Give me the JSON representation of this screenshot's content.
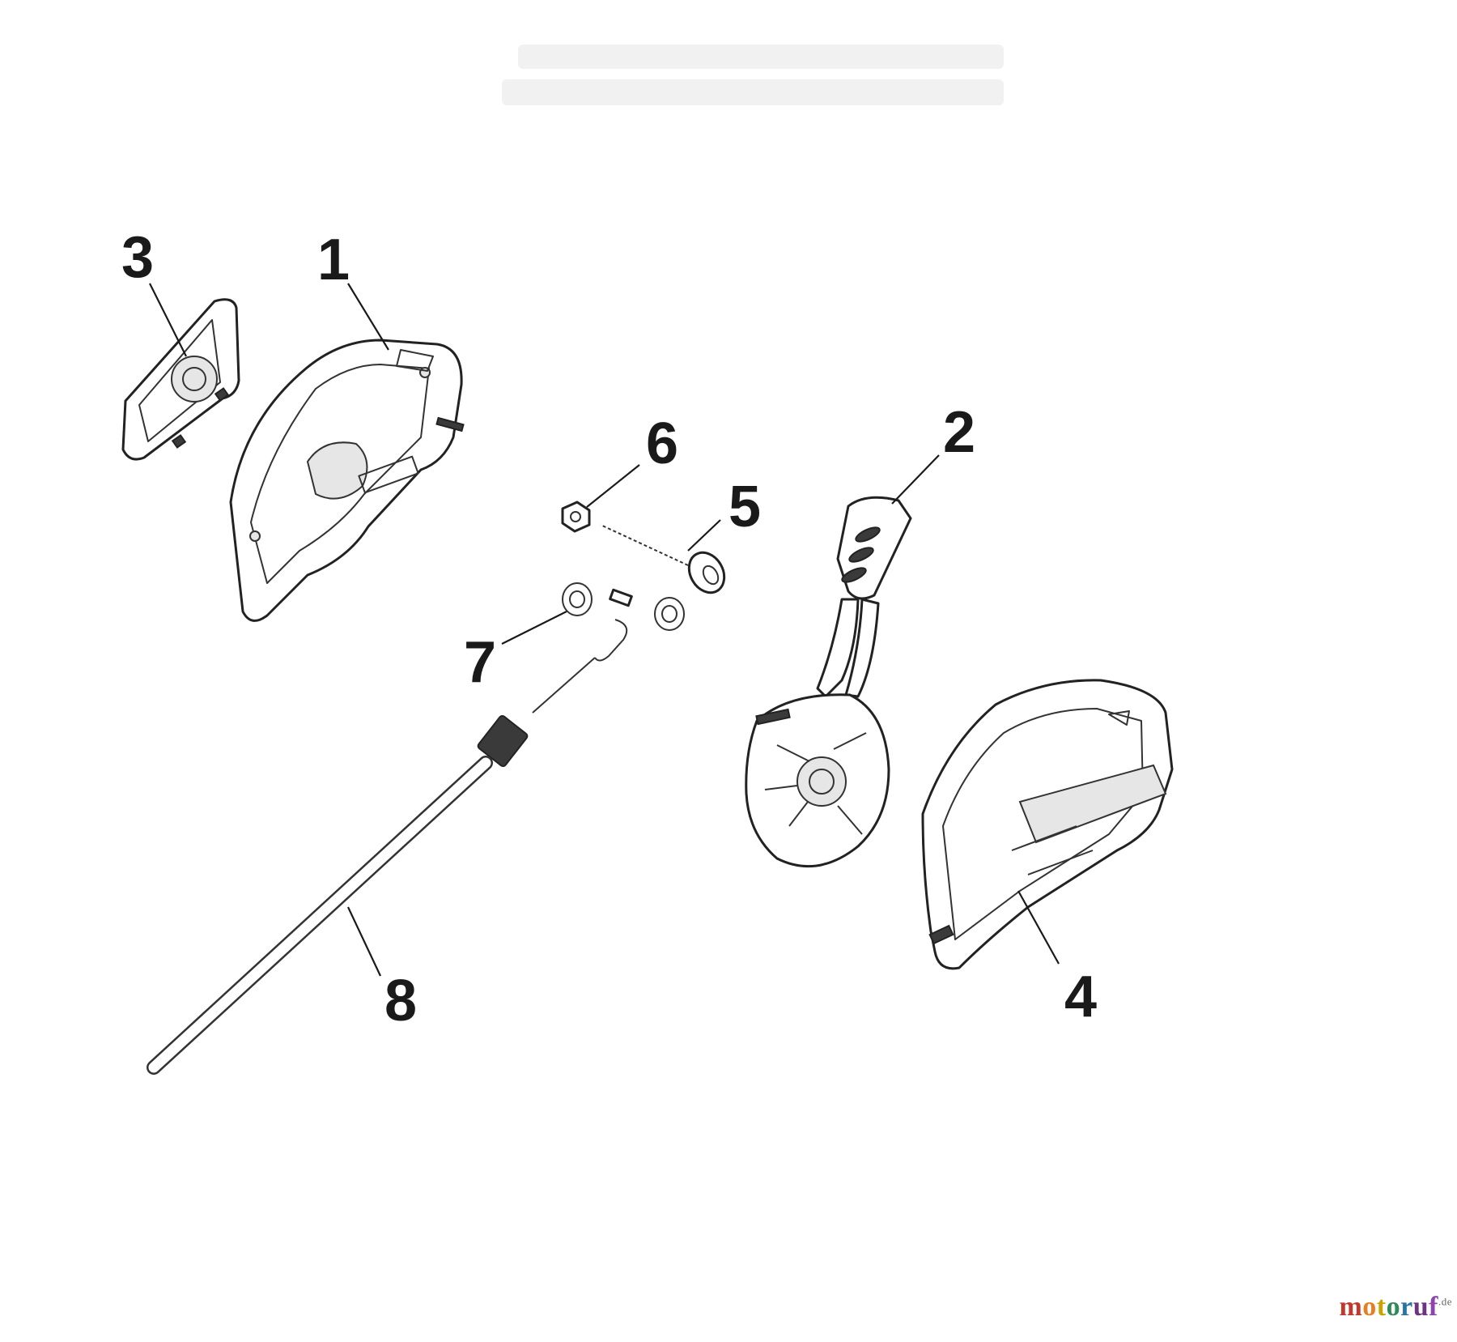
{
  "diagram": {
    "callouts": [
      {
        "id": "1",
        "label": "1"
      },
      {
        "id": "2",
        "label": "2"
      },
      {
        "id": "3",
        "label": "3"
      },
      {
        "id": "4",
        "label": "4"
      },
      {
        "id": "5",
        "label": "5"
      },
      {
        "id": "6",
        "label": "6"
      },
      {
        "id": "7",
        "label": "7"
      },
      {
        "id": "8",
        "label": "8"
      }
    ]
  },
  "watermark": {
    "text": "motoruf",
    "tld": ".de",
    "letter_colors": [
      "#c0392b",
      "#e67e22",
      "#c9a400",
      "#2e8b57",
      "#2874a6",
      "#6c3483",
      "#8e44ad"
    ]
  }
}
